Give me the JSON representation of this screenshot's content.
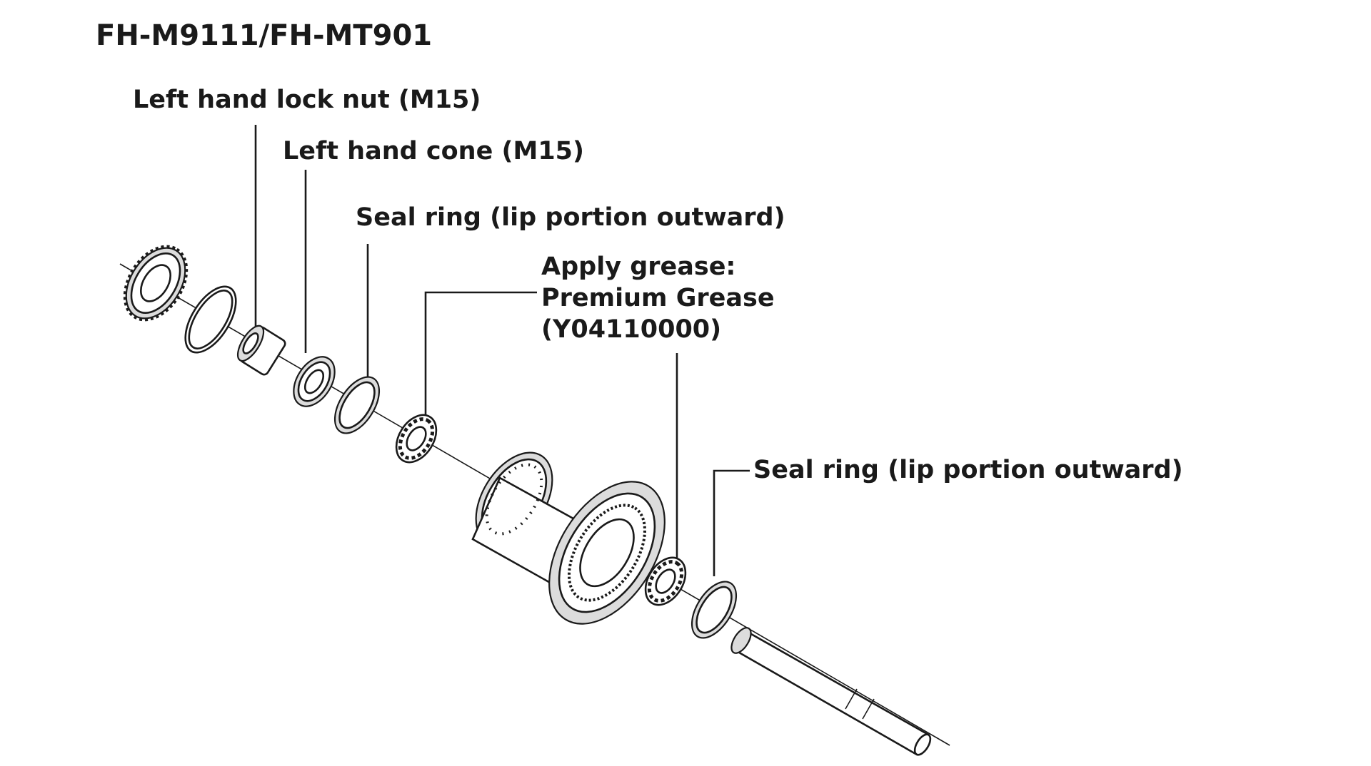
{
  "title": "FH-M9111/FH-MT901",
  "labels": {
    "lock_nut": "Left hand lock nut (M15)",
    "cone": "Left hand cone (M15)",
    "seal_ring_left": "Seal ring (lip portion outward)",
    "grease_line1": "Apply grease:",
    "grease_line2": "Premium Grease",
    "grease_line3": "(Y04110000)",
    "seal_ring_right": "Seal ring (lip portion outward)"
  }
}
